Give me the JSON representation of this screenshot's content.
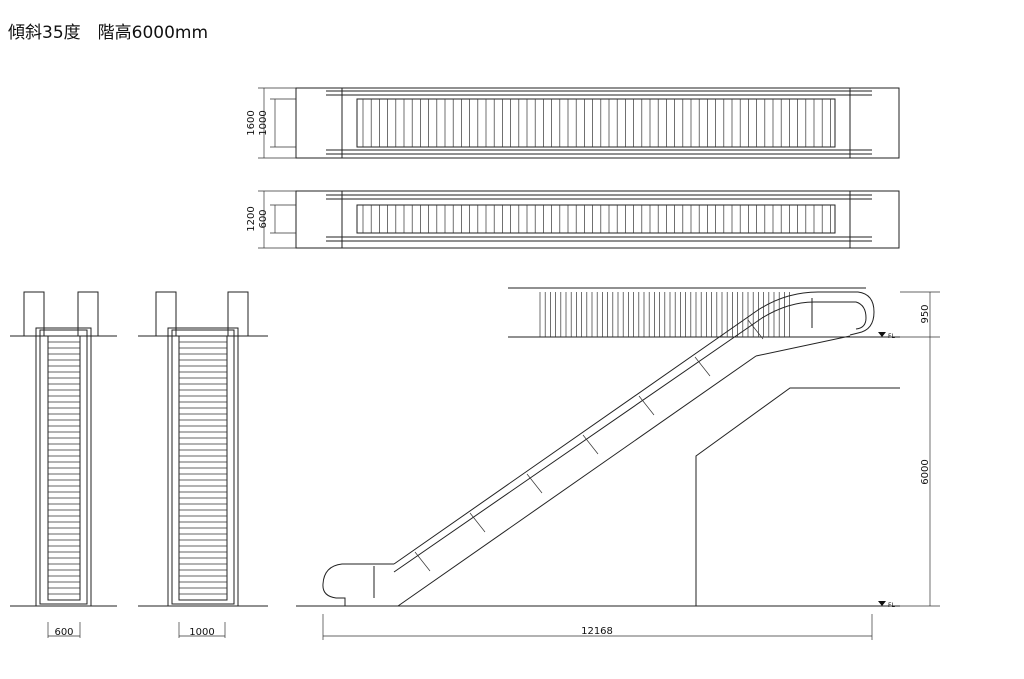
{
  "title": "傾斜35度　階高6000mm",
  "dimensions": {
    "plan_wide_total": "1600",
    "plan_wide_step": "1000",
    "plan_narrow_total": "1200",
    "plan_narrow_step": "600",
    "front_narrow_width": "600",
    "front_wide_width": "1000",
    "total_length": "12168",
    "top_height": "950",
    "floor_height": "6000"
  },
  "floor_labels": {
    "upper": "FL",
    "lower": "FL"
  }
}
